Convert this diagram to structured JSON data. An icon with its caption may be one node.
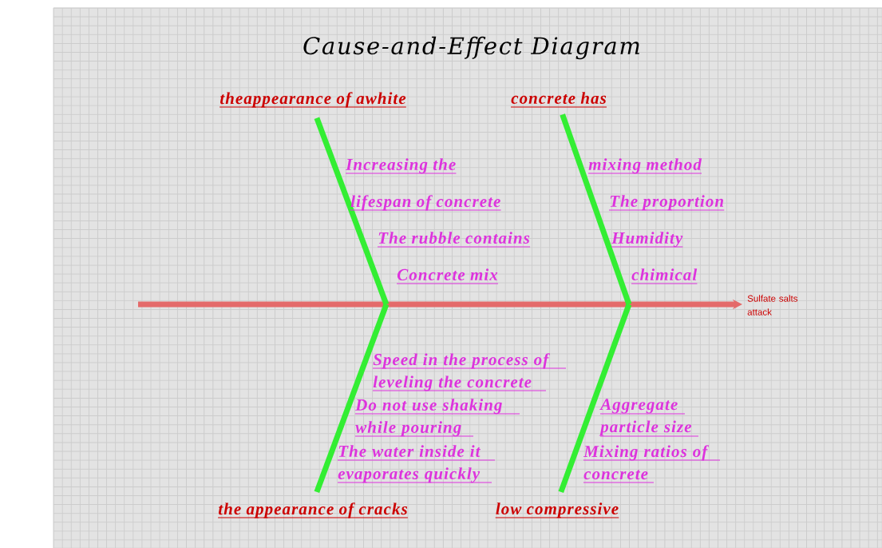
{
  "diagram": {
    "title": "Cause-and-Effect Diagram",
    "nodes": [
      {
        "text": [
          "theappearance of awhite"
        ]
      },
      {
        "text": [
          "concrete has"
        ]
      },
      {
        "text": [
          "Sulfate salts attack"
        ]
      },
      {
        "text": [
          "the appearance of cracks"
        ]
      },
      {
        "text": [
          "low compressive"
        ]
      }
    ],
    "edges": [
      {
        "from": null,
        "to": 2,
        "arrow": "to",
        "color": "#e46a6a"
      },
      {
        "from": 0,
        "to": null,
        "arrow": "none"
      },
      {
        "from": 1,
        "to": null,
        "arrow": "none"
      },
      {
        "from": 3,
        "to": null,
        "arrow": "none"
      },
      {
        "from": 4,
        "to": null,
        "arrow": "none"
      }
    ],
    "labels": [
      "Increasing the",
      "mixing method",
      "lifespan of concrete",
      "The proportion",
      "The rubble contains",
      "Humidity",
      "Concrete mix",
      "chimical",
      "Speed in the process of leveling the concrete",
      "Do not use shaking while pouring",
      "Aggregate particle size",
      "The water inside it evaporates quickly",
      "Mixing ratios of concrete"
    ]
  }
}
